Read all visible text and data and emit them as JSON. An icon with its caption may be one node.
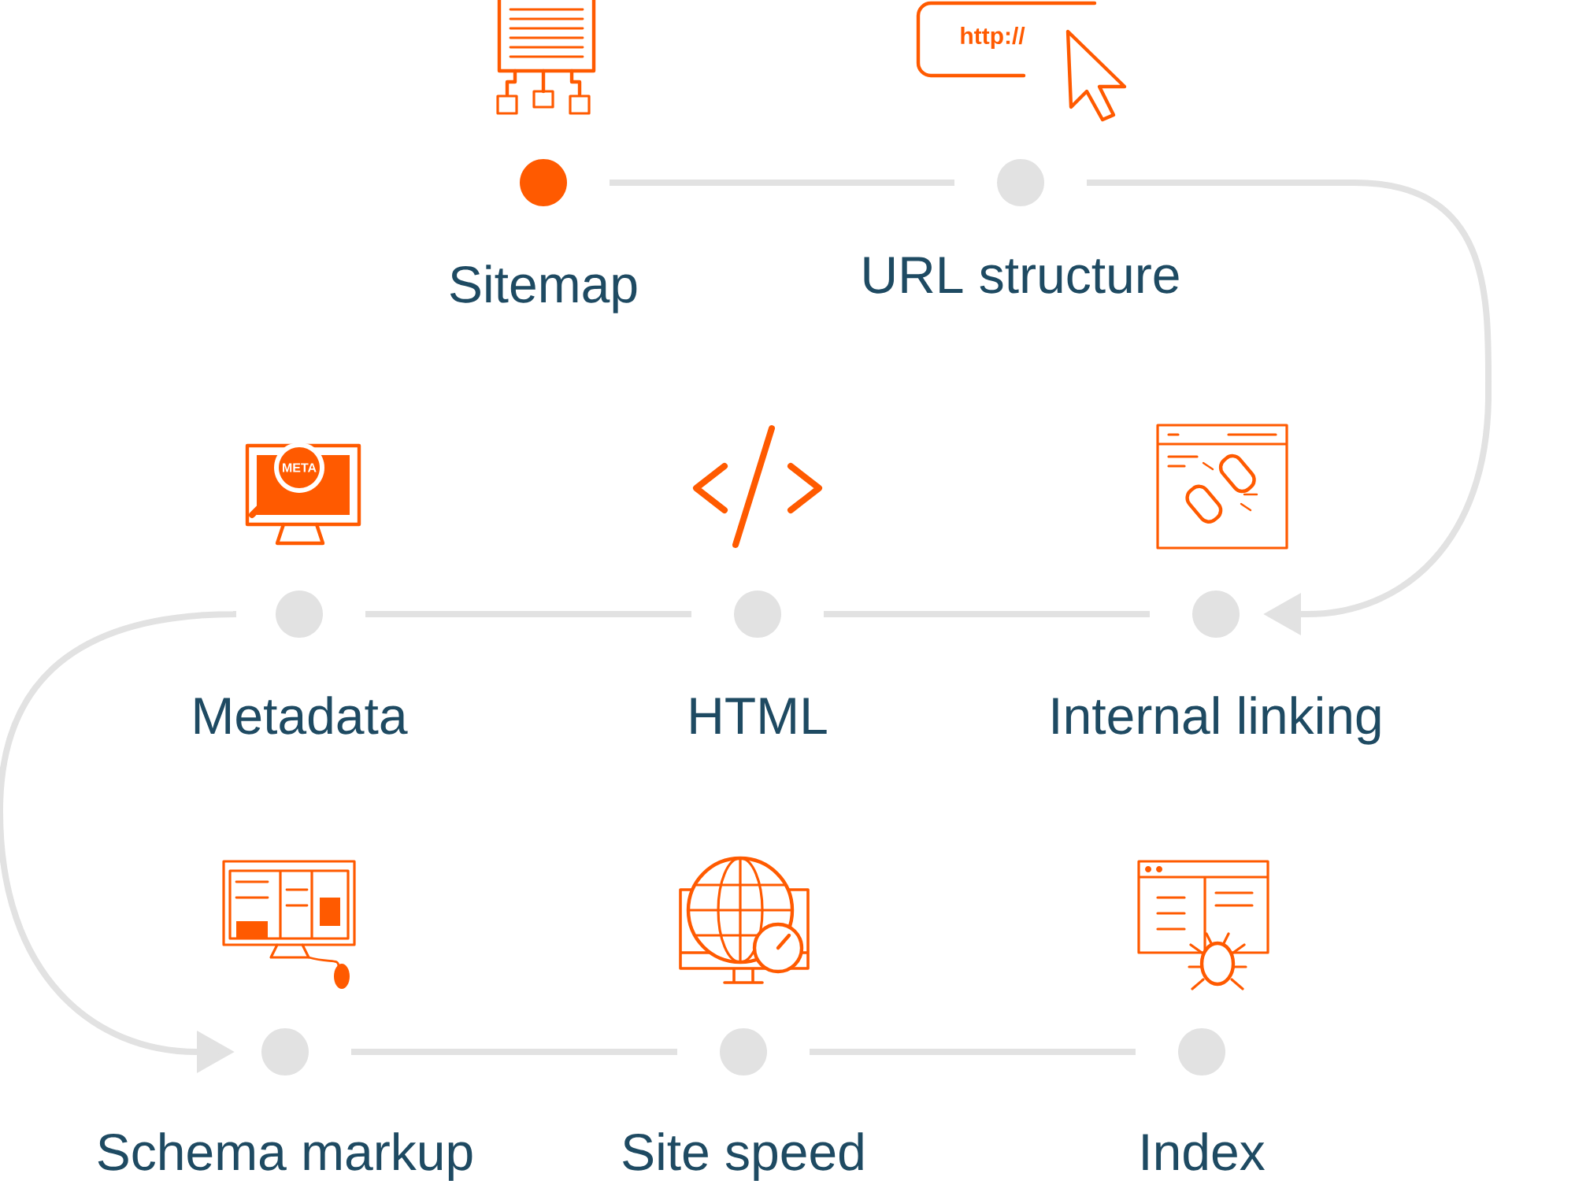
{
  "diagram": {
    "nodes": [
      {
        "text": [
          "Sitemap"
        ]
      },
      {
        "text": [
          "URL structure"
        ]
      },
      {
        "text": [
          "Metadata"
        ]
      },
      {
        "text": [
          "HTML"
        ]
      },
      {
        "text": [
          "Internal linking"
        ]
      },
      {
        "text": [
          "Schema markup"
        ]
      },
      {
        "text": [
          "Site speed"
        ]
      },
      {
        "text": [
          "Index"
        ]
      }
    ],
    "edges": [
      {
        "from": 0,
        "to": 1,
        "arrow": "none"
      },
      {
        "from": 1,
        "to": 4,
        "arrow": "to"
      },
      {
        "from": 4,
        "to": 3,
        "arrow": "none"
      },
      {
        "from": 3,
        "to": 2,
        "arrow": "none"
      },
      {
        "from": 2,
        "to": 5,
        "arrow": "to"
      },
      {
        "from": 5,
        "to": 6,
        "arrow": "none"
      },
      {
        "from": 6,
        "to": 7,
        "arrow": "none"
      }
    ],
    "labels": [
      "http://",
      "META"
    ]
  }
}
